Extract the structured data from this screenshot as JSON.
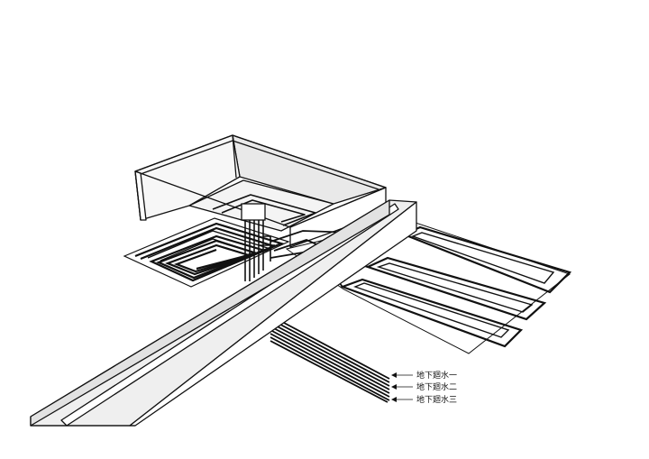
{
  "labels": [
    {
      "id": "label-pipe-1",
      "text": "地下廻水一"
    },
    {
      "id": "label-pipe-2",
      "text": "地下廻水二"
    },
    {
      "id": "label-pipe-3",
      "text": "地下廻水三"
    }
  ],
  "colors": {
    "line": "#111111",
    "pipe": "#0d0d0d",
    "surface": "#f0f0f0",
    "wall_top": "#ffffff",
    "box_floor": "#f4f4f4"
  }
}
